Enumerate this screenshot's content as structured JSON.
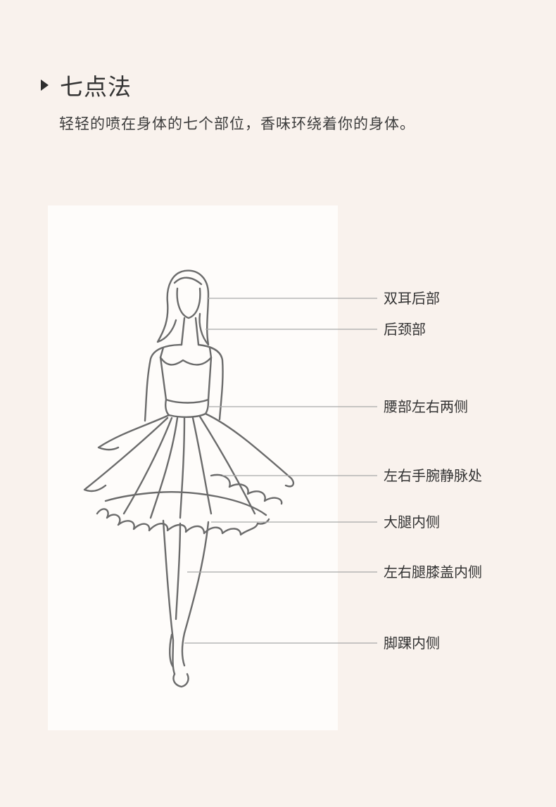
{
  "section": {
    "title": "七点法",
    "description": "轻轻的喷在身体的七个部位，香味环绕着你的身体。"
  },
  "labels": [
    "双耳后部",
    "后颈部",
    "腰部左右两侧",
    "左右手腕静脉处",
    "大腿内侧",
    "左右腿膝盖内侧",
    "脚踝内侧"
  ]
}
